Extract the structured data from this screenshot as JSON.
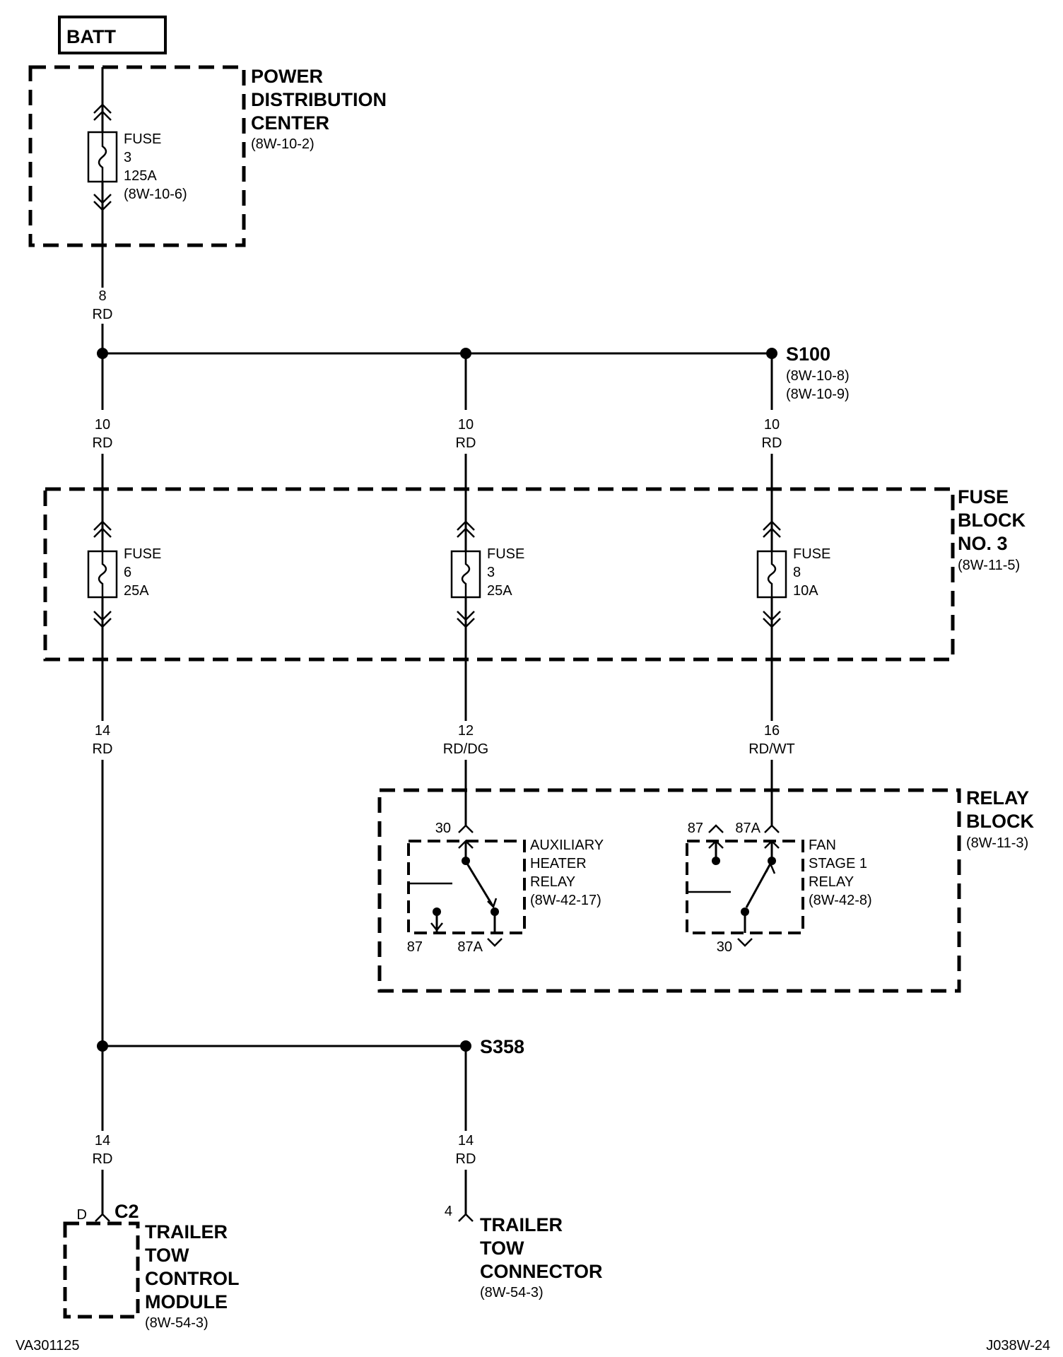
{
  "source": {
    "label": "BATT"
  },
  "pdc": {
    "title_lines": [
      "POWER",
      "DISTRIBUTION",
      "CENTER"
    ],
    "ref": "(8W-10-2)",
    "fuse": {
      "lines": [
        "FUSE",
        "3",
        "125A",
        "(8W-10-6)"
      ]
    }
  },
  "wires": {
    "pdc_out": [
      "8",
      "RD"
    ],
    "col1_in": [
      "10",
      "RD"
    ],
    "col2_in": [
      "10",
      "RD"
    ],
    "col3_in": [
      "10",
      "RD"
    ],
    "col1_out": [
      "14",
      "RD"
    ],
    "col2_out": [
      "12",
      "RD/DG"
    ],
    "col3_out": [
      "16",
      "RD/WT"
    ],
    "tcm_wire": [
      "14",
      "RD"
    ],
    "conn_wire": [
      "14",
      "RD"
    ]
  },
  "splices": {
    "s100": {
      "name": "S100",
      "refs": [
        "(8W-10-8)",
        "(8W-10-9)"
      ]
    },
    "s358": {
      "name": "S358"
    }
  },
  "fuse_block": {
    "title_lines": [
      "FUSE",
      "BLOCK",
      "NO. 3"
    ],
    "ref": "(8W-11-5)",
    "fuses": [
      {
        "lines": [
          "FUSE",
          "6",
          "25A"
        ]
      },
      {
        "lines": [
          "FUSE",
          "3",
          "25A"
        ]
      },
      {
        "lines": [
          "FUSE",
          "8",
          "10A"
        ]
      }
    ]
  },
  "relay_block": {
    "title_lines": [
      "RELAY",
      "BLOCK"
    ],
    "ref": "(8W-11-3)",
    "aux_relay": {
      "lines": [
        "AUXILIARY",
        "HEATER",
        "RELAY",
        "(8W-42-17)"
      ],
      "pin_in": "30",
      "pin_87": "87",
      "pin_87a": "87A"
    },
    "fan_relay": {
      "lines": [
        "FAN",
        "STAGE 1",
        "RELAY",
        "(8W-42-8)"
      ],
      "pin_87": "87",
      "pin_87a": "87A",
      "pin_30": "30"
    }
  },
  "tcm": {
    "pin": "D",
    "connector": "C2",
    "title_lines": [
      "TRAILER",
      "TOW",
      "CONTROL",
      "MODULE"
    ],
    "ref": "(8W-54-3)"
  },
  "trailer_connector": {
    "pin": "4",
    "title_lines": [
      "TRAILER",
      "TOW",
      "CONNECTOR"
    ],
    "ref": "(8W-54-3)"
  },
  "footer": {
    "left": "VA301125",
    "right": "J038W-24"
  }
}
